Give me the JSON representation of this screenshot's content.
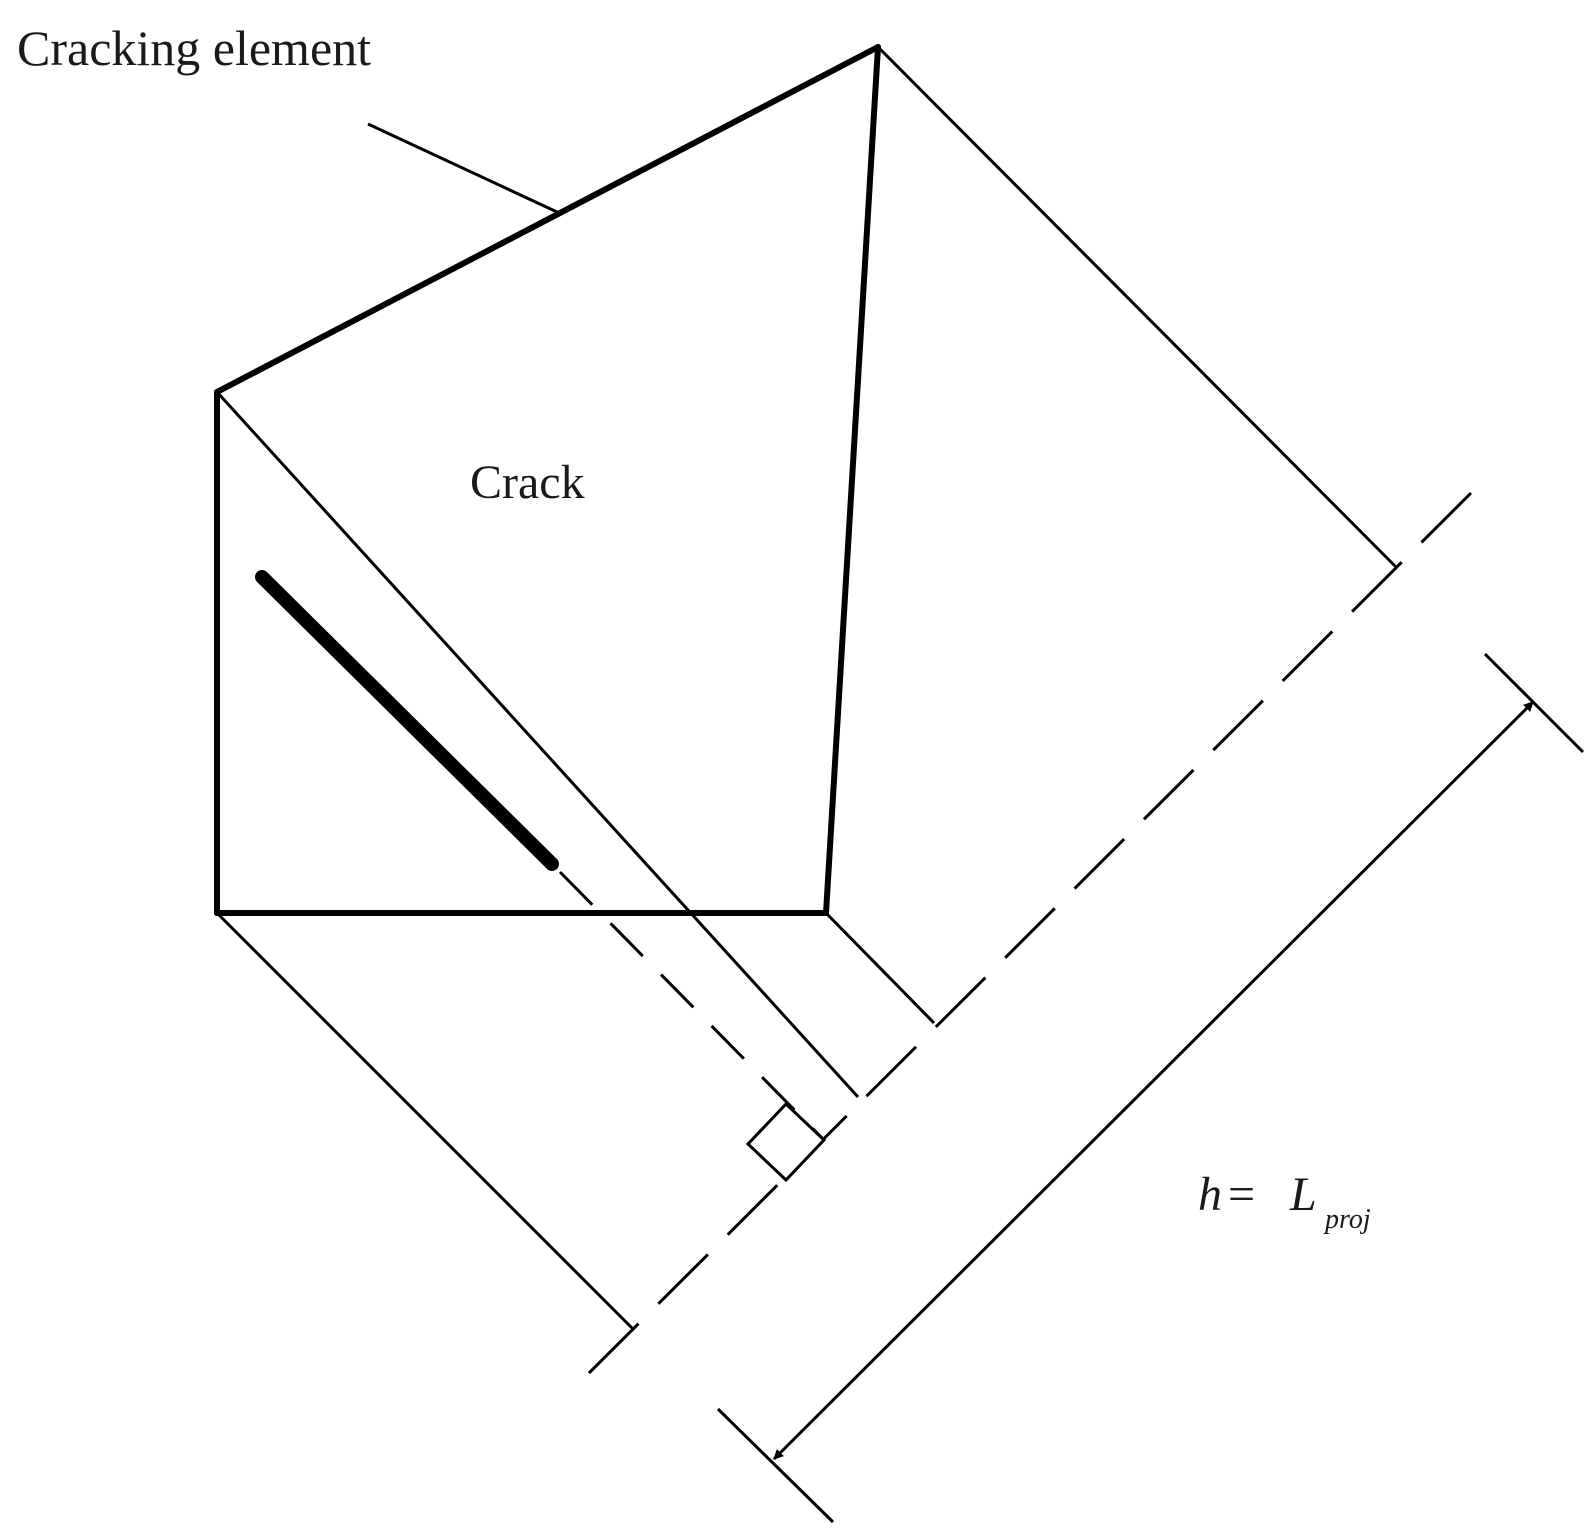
{
  "labels": {
    "cracking_element": "Cracking element",
    "crack": "Crack",
    "formula_lhs": "h",
    "formula_eq": "=",
    "formula_var": "L",
    "formula_sub": "proj"
  },
  "colors": {
    "line": "#000000",
    "text": "#1a1a1a",
    "background": "#ffffff"
  }
}
